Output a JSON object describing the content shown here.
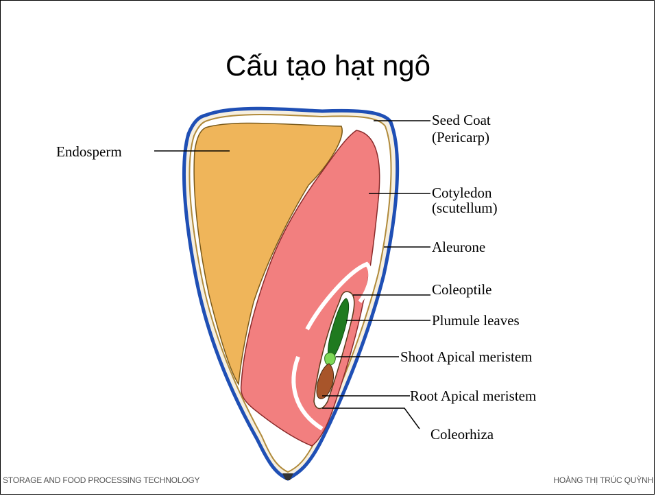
{
  "title": "Cấu tạo hạt ngô",
  "labels": {
    "endosperm": "Endosperm",
    "seed_coat_1": "Seed Coat",
    "seed_coat_2": "(Pericarp)",
    "cotyledon_1": "Cotyledon",
    "cotyledon_2": "(scutellum)",
    "aleurone": "Aleurone",
    "coleoptile": "Coleoptile",
    "plumule": "Plumule leaves",
    "shoot": "Shoot Apical meristem",
    "root": "Root Apical meristem",
    "coleorhiza": "Coleorhiza"
  },
  "footer": {
    "left": "STORAGE AND FOOD PROCESSING TECHNOLOGY",
    "right": "HOÀNG THỊ TRÚC QUỲNH"
  },
  "colors": {
    "seed_coat": "#1f4fb5",
    "endosperm": "#efb55a",
    "cotyledon": "#f27f7f",
    "embryo_green": "#1f7a1f",
    "root_brown": "#a8552a"
  }
}
